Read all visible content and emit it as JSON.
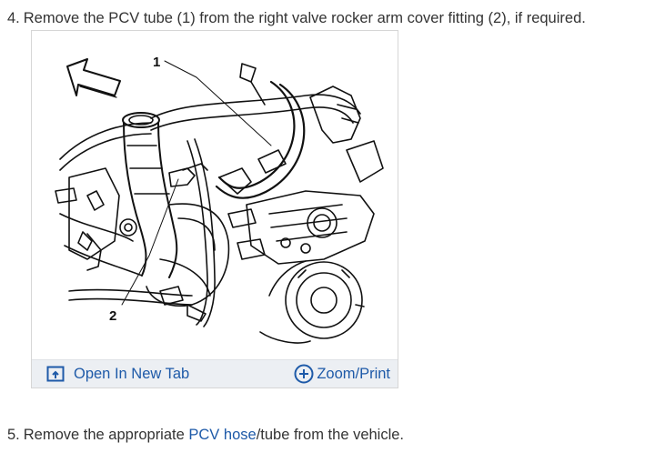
{
  "step4": {
    "number": "4.",
    "text": "Remove the PCV tube (1) from the right valve rocker arm cover fitting (2), if required."
  },
  "figure": {
    "callout_1": "1",
    "callout_2": "2",
    "icons": [
      "open-in-new-tab-icon",
      "zoom-plus-icon",
      "direction-arrow-icon"
    ]
  },
  "toolbar": {
    "open_label": "Open In New Tab",
    "zoom_label": "Zoom/Print"
  },
  "step5": {
    "number": "5.",
    "before": "Remove the appropriate",
    "link": "PCV hose",
    "after": "/tube from the vehicle."
  },
  "colors": {
    "link": "#1e5aa8",
    "text": "#333333",
    "toolbar_bg": "#eceff3"
  }
}
